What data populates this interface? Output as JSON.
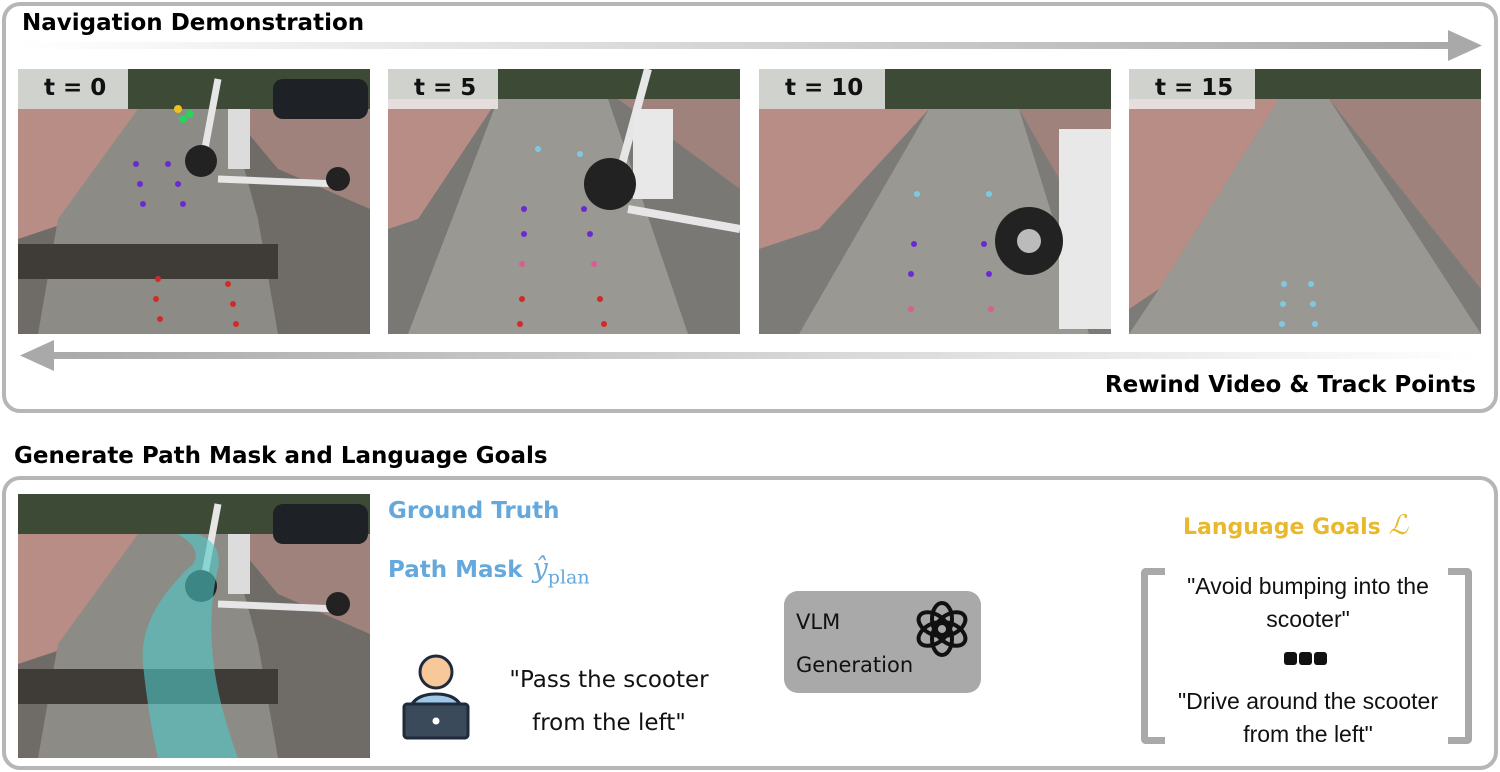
{
  "top_section": {
    "title": "Navigation Demonstration",
    "rewind_label": "Rewind Video & Track Points",
    "frames": [
      {
        "label": "t = 0"
      },
      {
        "label": "t = 5"
      },
      {
        "label": "t = 10"
      },
      {
        "label": "t = 15"
      }
    ]
  },
  "bottom_section": {
    "title": "Generate Path Mask and Language Goals",
    "ground_truth_label": "Ground Truth",
    "path_mask_label": "Path Mask",
    "path_mask_symbol": "ŷ",
    "path_mask_subscript": "plan",
    "instruction_quote": "\"Pass the scooter from the left\"",
    "vlm_label": "VLM Generation",
    "language_goals_label": "Language Goals",
    "language_goals_symbol": "ℒ",
    "goals": [
      "\"Avoid bumping into the scooter\"",
      "\"Drive around the scooter from the left\""
    ]
  },
  "colors": {
    "panel_border": "#b6b6b6",
    "arrow": "#a9a9a9",
    "ground_truth_blue": "#64a8dc",
    "language_goal_gold": "#e8b92c",
    "path_mask_teal": "#4fc9c9"
  },
  "icons": [
    "person-with-laptop-icon",
    "openai-logo-icon",
    "ellipsis-icon"
  ]
}
